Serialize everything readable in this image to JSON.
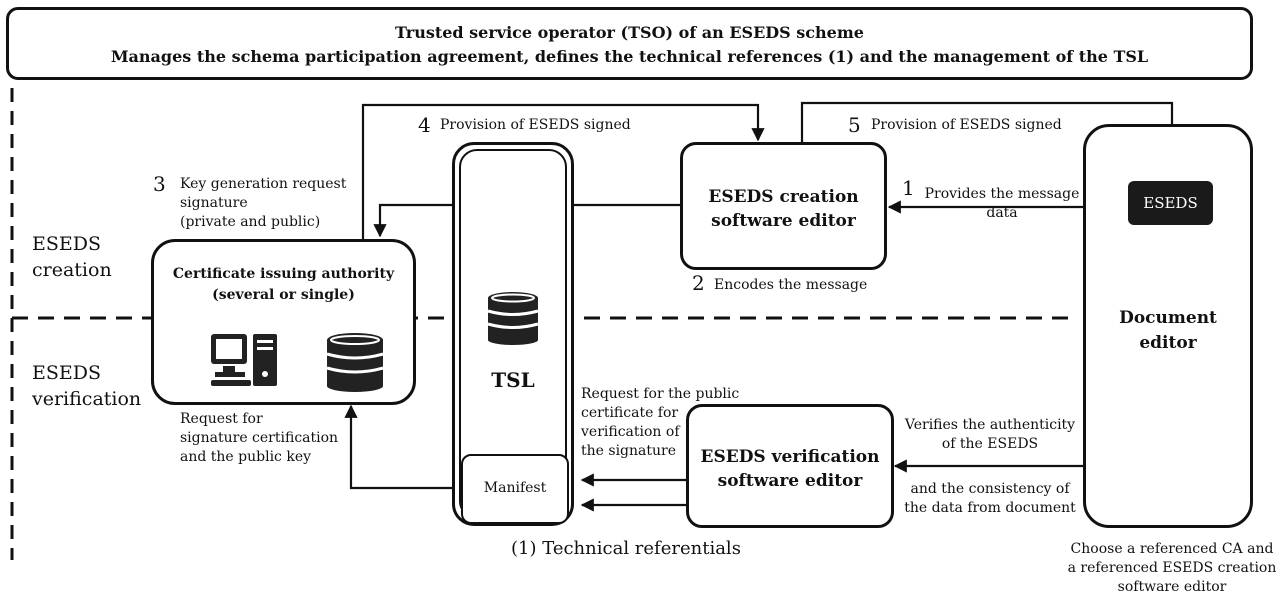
{
  "tso": {
    "line1": "Trusted service operator (TSO) of an ESEDS scheme",
    "line2": "Manages the schema participation agreement, defines the technical references (1) and the management of the TSL"
  },
  "zones": {
    "creation_1": "ESEDS",
    "creation_2": "creation",
    "verification_1": "ESEDS",
    "verification_2": "verification"
  },
  "ca": {
    "title_1": "Certificate issuing authority",
    "title_2": "(several or single)"
  },
  "tsl": {
    "label": "TSL",
    "manifest": "Manifest"
  },
  "creation_editor": {
    "line1": "ESEDS creation",
    "line2": "software editor"
  },
  "verification_editor": {
    "line1": "ESEDS verification",
    "line2": "software editor"
  },
  "document_editor": {
    "line1": "Document",
    "line2": "editor",
    "badge": "ESEDS"
  },
  "steps": {
    "s1_num": "1",
    "s1_line1": "Provides the message",
    "s1_line2": "data",
    "s2_num": "2",
    "s2_text": "Encodes the message",
    "s3_num": "3",
    "s3_line1": "Key generation request",
    "s3_line2": "signature",
    "s3_line3": "(private and public)",
    "s4_num": "4",
    "s4_text": "Provision of ESEDS signed",
    "s5_num": "5",
    "s5_text": "Provision of ESEDS signed"
  },
  "annotations": {
    "req_cert_1": "Request for",
    "req_cert_2": "signature certification",
    "req_cert_3": "and the public key",
    "req_pub_1": "Request for the public",
    "req_pub_2": "certificate for",
    "req_pub_3": "verification of",
    "req_pub_4": "the signature",
    "verify_1": "Verifies the authenticity",
    "verify_2": "of the ESEDS",
    "consist_1": "and the consistency of",
    "consist_2": "the data from document",
    "choose_1": "Choose a referenced CA and",
    "choose_2": "a referenced ESEDS creation",
    "choose_3": "software editor",
    "tech_ref": "(1) Technical referentials"
  },
  "icons": [
    "computer-icon",
    "database-icon"
  ],
  "colors": {
    "line": "#111111",
    "badge_bg": "#1a1a1a",
    "badge_text": "#ffffff"
  }
}
